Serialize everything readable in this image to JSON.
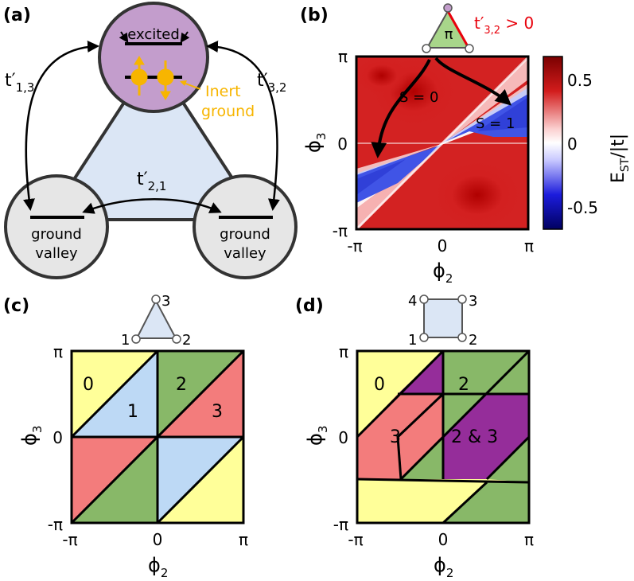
{
  "panel_a": {
    "label": "(a)",
    "excited": "excited",
    "inert": [
      "Inert",
      "ground"
    ],
    "ground_left": [
      "ground",
      "valley"
    ],
    "ground_right": [
      "ground",
      "valley"
    ],
    "hop_left": {
      "base": "t′",
      "sub": "1,3"
    },
    "hop_right": {
      "base": "t′",
      "sub": "3,2"
    },
    "hop_bottom": {
      "base": "t′",
      "sub": "2,1"
    },
    "colors": {
      "excited": "#c39dcc",
      "ground": "#e6e6e6",
      "triangle": "#dbe6f5",
      "inert": "#f7b500"
    }
  },
  "panel_b": {
    "label": "(b)",
    "inset_symbol": "π",
    "inset_note": {
      "base": "t′",
      "sub": "3,2",
      "tail": " > 0"
    },
    "region_s0": "S = 0",
    "region_s1": "S = 1",
    "x_ticks": [
      "-π",
      "0",
      "π"
    ],
    "y_ticks": [
      "π",
      "0",
      "-π"
    ],
    "xlabel": {
      "base": "ϕ",
      "sub": "2"
    },
    "ylabel": {
      "base": "ϕ",
      "sub": "3"
    },
    "colorbar": {
      "ticks": [
        "0.5",
        "0",
        "-0.5"
      ],
      "label_base": "E",
      "label_sub": "ST",
      "label_tail": "/|t|"
    },
    "colors": {
      "note": "#e8000b",
      "inset_fill": "#a8d68a",
      "inset_edge": "#e8000b"
    }
  },
  "panel_c": {
    "label": "(c)",
    "nodes": [
      "3",
      "1",
      "2"
    ],
    "regions": [
      "0",
      "1",
      "2",
      "3"
    ],
    "x_ticks": [
      "-π",
      "0",
      "π"
    ],
    "y_ticks": [
      "π",
      "0",
      "-π"
    ],
    "xlabel": {
      "base": "ϕ",
      "sub": "2"
    },
    "ylabel": {
      "base": "ϕ",
      "sub": "3"
    }
  },
  "panel_d": {
    "label": "(d)",
    "nodes": [
      "4",
      "3",
      "1",
      "2"
    ],
    "regions": [
      "0",
      "2",
      "3",
      "2 & 3"
    ],
    "x_ticks": [
      "-π",
      "0",
      "π"
    ],
    "y_ticks": [
      "π",
      "0",
      "-π"
    ],
    "xlabel": {
      "base": "ϕ",
      "sub": "2"
    },
    "ylabel": {
      "base": "ϕ",
      "sub": "3"
    }
  },
  "region_colors": {
    "0": "#ffff99",
    "1": "#bdd9f5",
    "2": "#88b868",
    "3": "#f37c7c",
    "2&3": "#952d9a"
  }
}
